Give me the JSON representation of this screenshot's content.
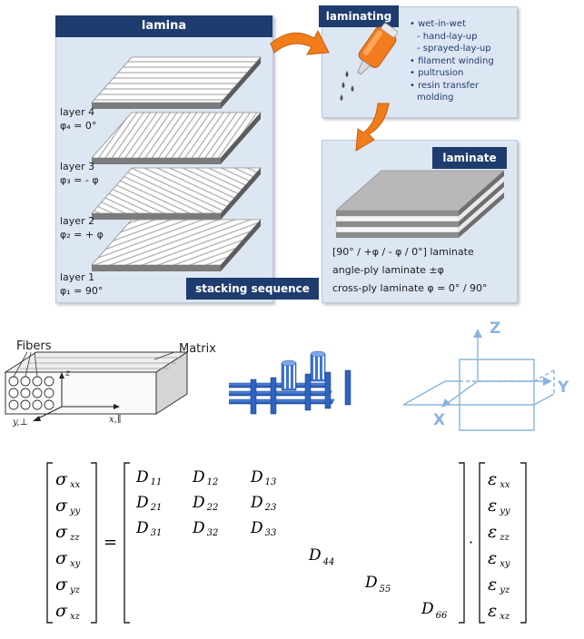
{
  "lamina_panel": {
    "header": "lamina",
    "layers": [
      {
        "name": "layer 4",
        "angle": "φ₄ = 0°"
      },
      {
        "name": "layer 3",
        "angle": "φ₃ = - φ"
      },
      {
        "name": "layer 2",
        "angle": "φ₂ = + φ"
      },
      {
        "name": "layer 1",
        "angle": "φ₁ = 90°"
      }
    ],
    "footer": "stacking sequence"
  },
  "laminating_panel": {
    "header": "laminating",
    "bullets": [
      "• wet-in-wet",
      "  - hand-lay-up",
      "  - sprayed-lay-up",
      "• filament winding",
      "• pultrusion",
      "• resin transfer",
      "  molding"
    ]
  },
  "laminate_panel": {
    "header": "laminate",
    "lines": [
      "[90° / +φ / - φ / 0°] laminate",
      "angle-ply laminate ±φ",
      "cross-ply laminate φ = 0° / 90°"
    ]
  },
  "fiber_diagram": {
    "fibers_label": "Fibers",
    "matrix_label": "Matrix",
    "z_label": "z",
    "x_label": "x,∥",
    "y_label": "y,⊥"
  },
  "axes_diagram": {
    "x": "X",
    "y": "Y",
    "z": "Z"
  },
  "colors": {
    "header_bg": "#1f3c6e",
    "panel_bg": "#dde6f3",
    "arrow": "#f07d1a",
    "weave_blue": "#2f63c4",
    "axes_blue": "#8ab4de"
  },
  "equation": {
    "stress": [
      "σ xx",
      "σ yy",
      "σ zz",
      "σ xy",
      "σ yz",
      "σ xz"
    ],
    "strain": [
      "ε xx",
      "ε yy",
      "ε zz",
      "ε xy",
      "ε yz",
      "ε xz"
    ],
    "equals": "=",
    "dot": "·",
    "stiffness": {
      "r1": [
        "D 11",
        "D 12",
        "D 13"
      ],
      "r2": [
        "D 21",
        "D 22",
        "D 23"
      ],
      "r3": [
        "D 31",
        "D 32",
        "D 33"
      ],
      "d44": "D 44",
      "d55": "D 55",
      "d66": "D 66"
    }
  }
}
